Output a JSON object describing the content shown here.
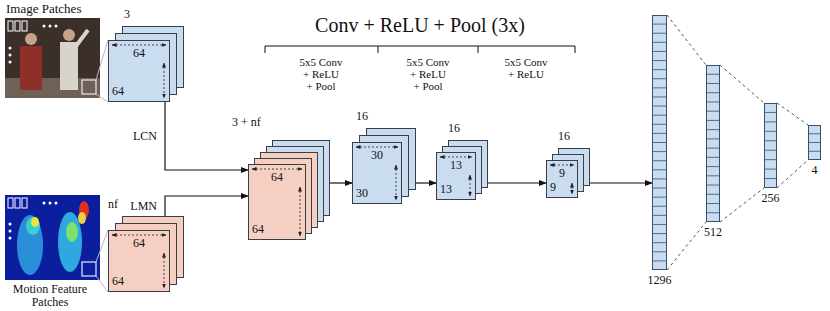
{
  "diagram": {
    "nodes": [
      {
        "text": [
          "3",
          "64",
          "64"
        ]
      },
      {
        "text": [
          "nf",
          "64",
          "64"
        ]
      },
      {
        "text": [
          "3 + nf",
          "64",
          "64"
        ]
      },
      {
        "text": [
          "16",
          "30",
          "30"
        ]
      },
      {
        "text": [
          "16",
          "13",
          "13"
        ]
      },
      {
        "text": [
          "16",
          "9",
          "9"
        ]
      },
      {
        "text": [
          "1296"
        ]
      },
      {
        "text": [
          "512"
        ]
      },
      {
        "text": [
          "256"
        ]
      },
      {
        "text": [
          "4"
        ]
      }
    ],
    "edges": [
      {
        "from": 0,
        "to": 2,
        "arrow": "to",
        "label": "LCN"
      },
      {
        "from": 1,
        "to": 2,
        "arrow": "to",
        "label": "LMN"
      },
      {
        "from": 2,
        "to": 3,
        "arrow": "to"
      },
      {
        "from": 3,
        "to": 4,
        "arrow": "to"
      },
      {
        "from": 4,
        "to": 5,
        "arrow": "to"
      },
      {
        "from": 5,
        "to": 6,
        "arrow": "to"
      },
      {
        "from": 6,
        "to": 7,
        "arrow": "none"
      },
      {
        "from": 7,
        "to": 8,
        "arrow": "none"
      },
      {
        "from": 8,
        "to": 9,
        "arrow": "none"
      }
    ],
    "labels": [
      "Image Patches",
      "Conv + ReLU + Pool (3x)",
      "5x5 Conv + ReLU + Pool",
      "5x5 Conv + ReLU + Pool",
      "5x5 Conv + ReLU",
      "Motion Feature Patches"
    ]
  }
}
